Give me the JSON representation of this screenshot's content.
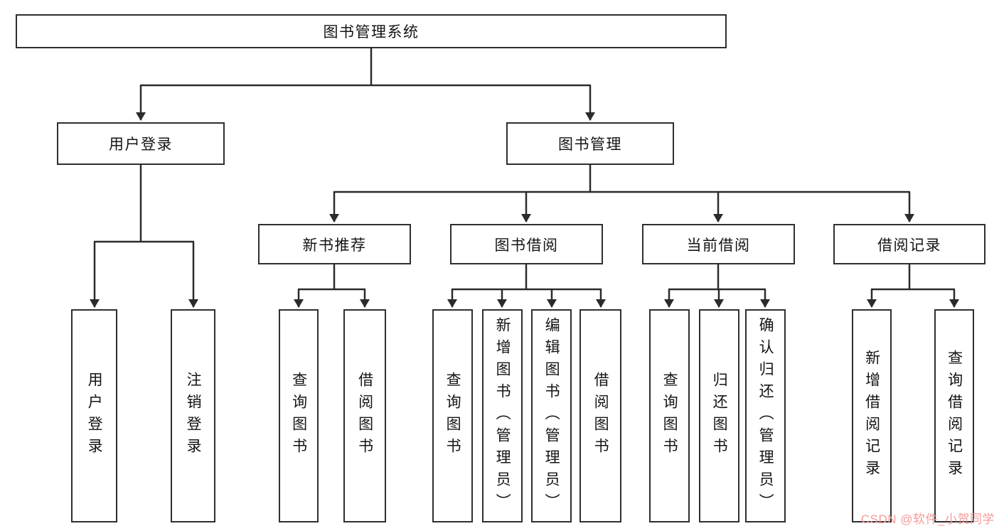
{
  "colors": {
    "line": "#2b2b2b",
    "box_border": "#2f2f2f",
    "watermark": "#f59a9a"
  },
  "tree": {
    "root": "图书管理系统",
    "branches": [
      {
        "label": "用户登录",
        "children": [
          "用户登录",
          "注销登录"
        ]
      },
      {
        "label": "图书管理"
      }
    ],
    "modules": [
      {
        "label": "新书推荐",
        "children": [
          "查询图书",
          "借阅图书"
        ]
      },
      {
        "label": "图书借阅",
        "children": [
          "查询图书",
          "新增图书（管理员）",
          "编辑图书（管理员）",
          "借阅图书"
        ]
      },
      {
        "label": "当前借阅",
        "children": [
          "查询图书",
          "归还图书",
          "确认归还（管理员）"
        ]
      },
      {
        "label": "借阅记录",
        "children": [
          "新增借阅记录",
          "查询借阅记录"
        ]
      }
    ]
  },
  "watermark": "CSDN @软件_小贺同学"
}
